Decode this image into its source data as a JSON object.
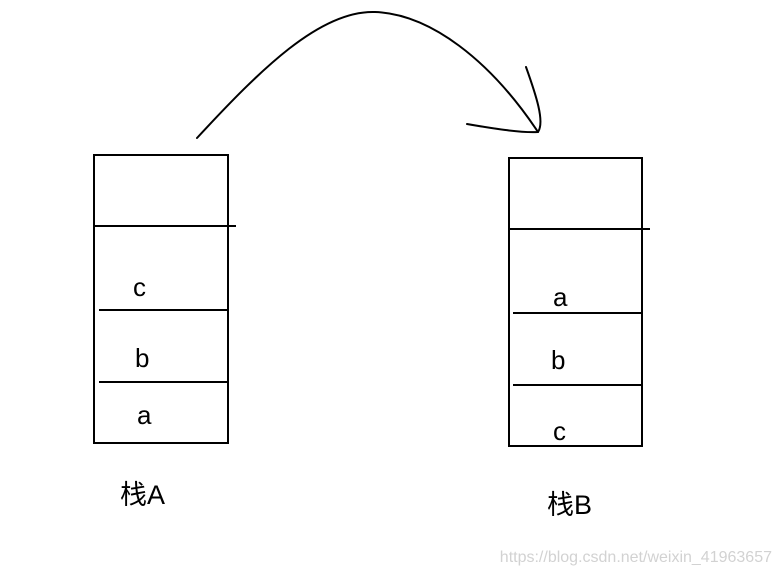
{
  "stack_a": {
    "title": "栈A",
    "items": [
      "c",
      "b",
      "a"
    ]
  },
  "stack_b": {
    "title": "栈B",
    "items": [
      "a",
      "b",
      "c"
    ]
  },
  "watermark": "https://blog.csdn.net/weixin_41963657"
}
